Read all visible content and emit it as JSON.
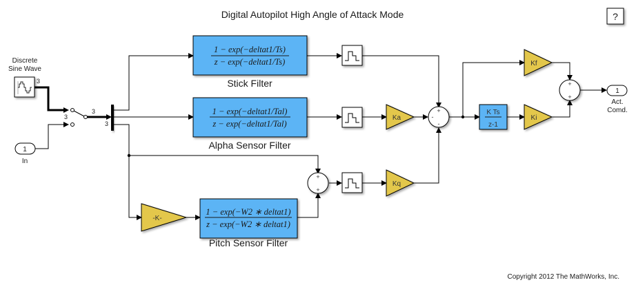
{
  "title": "Digital Autopilot High Angle of Attack Mode",
  "help_button": "?",
  "copyright": "Copyright 2012 The MathWorks, Inc.",
  "colors": {
    "filter_fill": "#5bb4f5",
    "gain_fill": "#e3c74b",
    "wire": "#000000"
  },
  "blocks": {
    "sine_wave": {
      "label_line1": "Discrete",
      "label_line2": "Sine Wave",
      "out_dim": "3",
      "icon": "discrete-sine-wave-icon"
    },
    "inport": {
      "number": "1",
      "label": "In"
    },
    "switch": {
      "in_dim": "3",
      "out_dim": "3"
    },
    "demux": {
      "in_dim": "3"
    },
    "stick_filter": {
      "num": "1 − exp(−deltat1/Ts)",
      "den": "z − exp(−deltat1/Ts)",
      "label": "Stick Filter"
    },
    "alpha_filter": {
      "num": "1 − exp(−deltat1/Tal)",
      "den": "z − exp(−deltat1/Tal)",
      "label": "Alpha Sensor Filter"
    },
    "pitch_filter": {
      "num": "1 − exp(−W2 ∗ deltat1)",
      "den": "z − exp(−W2 ∗ deltat1)",
      "label": "Pitch Sensor Filter"
    },
    "gain_k": {
      "label": "-K-"
    },
    "gain_ka": {
      "label": "Ka"
    },
    "gain_kq": {
      "label": "Kq"
    },
    "gain_kf": {
      "label": "Kf"
    },
    "gain_ki": {
      "label": "Ki"
    },
    "integrator": {
      "num": "K Ts",
      "den": "z-1"
    },
    "sum_main": {
      "signs": [
        "+",
        "-",
        "-"
      ]
    },
    "sum_pitch": {
      "signs": [
        "+",
        "+"
      ]
    },
    "sum_out": {
      "signs": [
        "+",
        "+"
      ]
    },
    "outport": {
      "number": "1",
      "label_line1": "Act.",
      "label_line2": "Comd."
    }
  }
}
